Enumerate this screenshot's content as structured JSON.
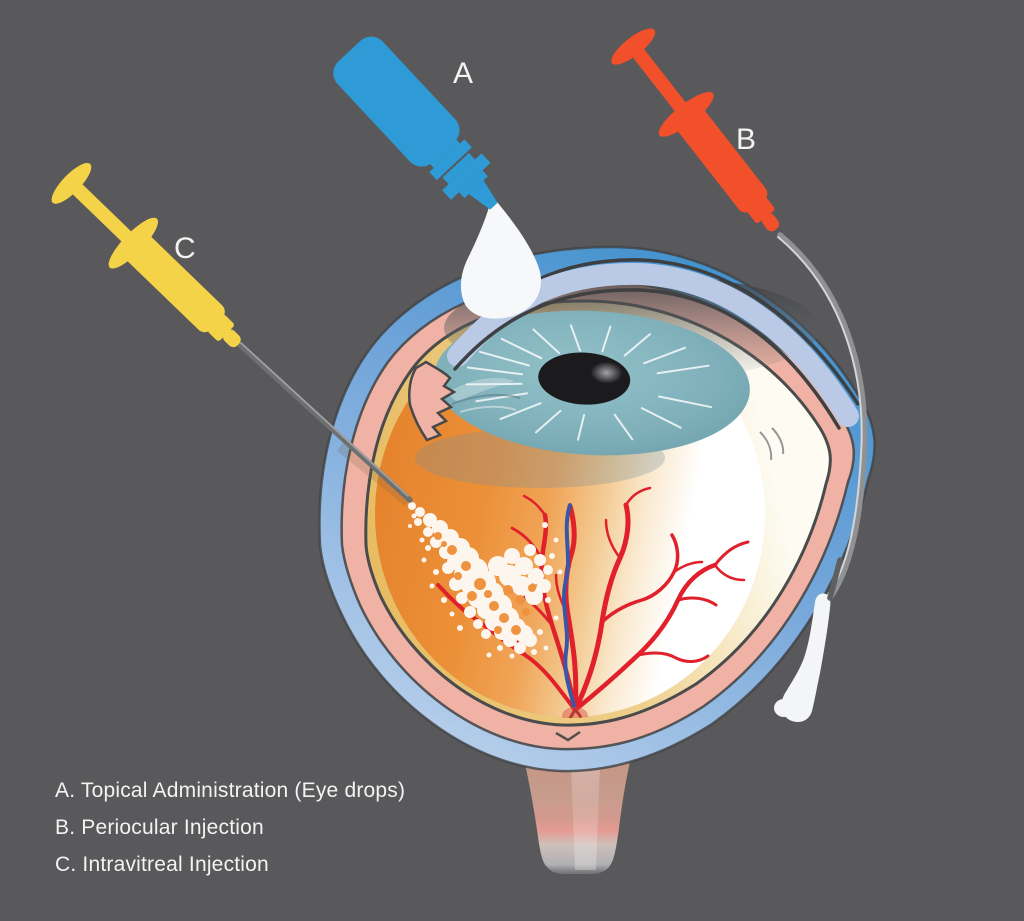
{
  "markers": {
    "a": "A",
    "b": "B",
    "c": "C"
  },
  "legend": {
    "items": [
      "A. Topical Administration (Eye drops)",
      "B. Periocular Injection",
      "C. Intravitreal Injection"
    ]
  },
  "colors": {
    "background": "#59585A",
    "bottle_blue": "#2E9BD6",
    "syringe_b_orange": "#F1502B",
    "syringe_c_yellow": "#F5D348",
    "conjunctiva_blue": "#5E9BD4",
    "sclera_pink": "#EFB2A4",
    "retina_gold": "#E9C36C",
    "fundus_orange": "#EC8C33",
    "iris_teal": "#7FB0BA",
    "vessel_red": "#E0202A",
    "vessel_blue": "#3A57A7",
    "needle_gray": "#8A8B8D",
    "drop_white": "#F7F8F9",
    "text": "#F3F3F3"
  }
}
